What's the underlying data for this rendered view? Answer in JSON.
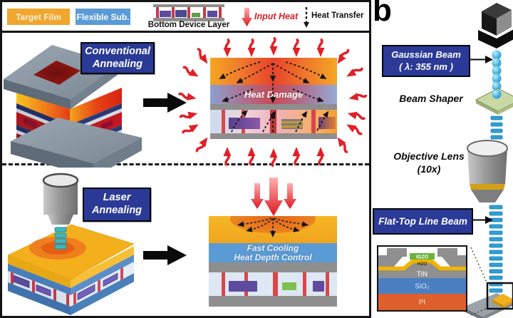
{
  "panel_a": {
    "legend": {
      "target_film_label": "Target Film",
      "flexible_sub_label": "Flexible Sub.",
      "bottom_device_label": "Bottom Device Layer",
      "input_heat_label": "Input Heat",
      "heat_transfer_label": "Heat Transfer"
    },
    "conventional": {
      "title_line1": "Conventional",
      "title_line2": "Annealing",
      "heat_damage_label": "Heat Damage"
    },
    "laser": {
      "title_line1": "Laser",
      "title_line2": "Annealing",
      "fast_cooling_line1": "Fast Cooling",
      "fast_cooling_line2": "Heat Depth Control"
    }
  },
  "panel_b": {
    "panel_label": "b",
    "gaussian_beam_line1": "Gaussian Beam",
    "gaussian_beam_line2": "( λ: 355 nm )",
    "beam_shaper_label": "Beam Shaper",
    "objective_lens_line1": "Objective Lens",
    "objective_lens_line2": "(10x)",
    "flat_top_label": "Flat-Top Line Beam",
    "inset": {
      "igzo": "IGZO",
      "hzo": "HZO",
      "tin": "TiN",
      "sio2": "SiO₂",
      "pi": "PI"
    }
  },
  "colors": {
    "target_film_orange": "#f0a62f",
    "flexible_sub_blue": "#5b9bd5",
    "label_box_blue": "#2b3a96",
    "input_heat_red": "#d81f26",
    "device_gray": "#8e8e8e",
    "beam_blue": "#2f9fd4",
    "igzo_green": "#6cb33f",
    "hzo_yellow": "#f2b400",
    "tin_gray": "#8f8f8f",
    "sio2_blue": "#4a7fc1",
    "pi_orange": "#dd5f2d"
  }
}
